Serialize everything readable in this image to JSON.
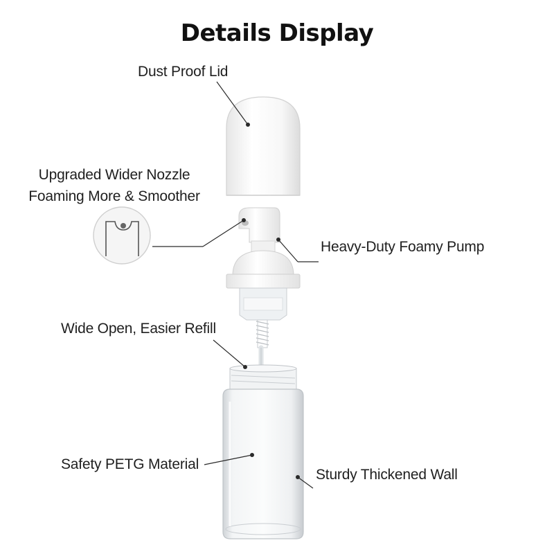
{
  "title": "Details Display",
  "labels": {
    "dust_lid": "Dust Proof Lid",
    "nozzle_line1": "Upgraded Wider Nozzle",
    "nozzle_line2": "Foaming More & Smoother",
    "pump": "Heavy-Duty Foamy Pump",
    "refill": "Wide Open, Easier Refill",
    "material": "Safety PETG Material",
    "wall": "Sturdy Thickened Wall"
  },
  "colors": {
    "background": "#ffffff",
    "text": "#1a1a1a",
    "pump_white": "#f4f4f4",
    "clear_plastic": "#e9ecef"
  }
}
